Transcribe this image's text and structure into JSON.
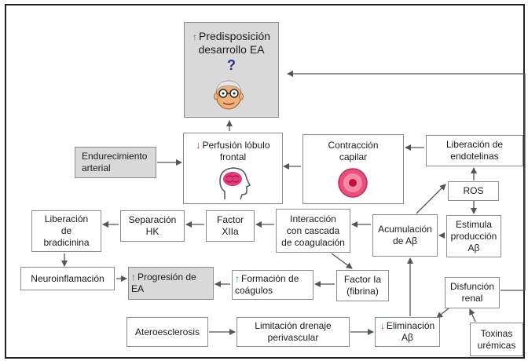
{
  "colors": {
    "up_arrow": "#2e8b2e",
    "down_arrow": "#d11a1a",
    "gray_box": "#d9d9d9",
    "line": "#555555"
  },
  "boxes": {
    "predisposicion": {
      "indicator": "↑",
      "text": "Predisposición\ndesarrollo EA",
      "question": "?"
    },
    "perfusion": {
      "indicator": "↓",
      "text": "Perfusión lóbulo\nfrontal"
    },
    "endurecimiento": {
      "text": "Endurecimiento\narterial"
    },
    "contraccion": {
      "text": "Contracción\ncapilar"
    },
    "liberacion_endotelinas": {
      "text": "Liberación de\nendotelinas"
    },
    "ros": {
      "text": "ROS"
    },
    "liberacion_bradicinina": {
      "text": "Liberación\nde\nbradicinina"
    },
    "separacion_hk": {
      "text": "Separación\nHK"
    },
    "factor_xiia": {
      "text": "Factor\nXIIa"
    },
    "interaccion": {
      "text": "Interacción\ncon cascada\nde coagulación"
    },
    "acumulacion": {
      "text": "Acumulación\nde Aβ"
    },
    "estimula": {
      "text": "Estimula\nproducción\nAβ"
    },
    "neuroinflamacion": {
      "text": "Neuroinflamación"
    },
    "progresion": {
      "indicator": "↑",
      "text": "Progresión de\nEA"
    },
    "formacion": {
      "indicator": "↑",
      "text": "Formación de\ncoágulos"
    },
    "factor_ia": {
      "text": "Factor Ia\n(fibrina)"
    },
    "disfuncion": {
      "text": "Disfunción\nrenal"
    },
    "ateroesclerosis": {
      "text": "Ateroesclerosis"
    },
    "limitacion": {
      "text": "Limitación drenaje\nperivascular"
    },
    "eliminacion": {
      "indicator": "↓",
      "text": "Eliminación\nAβ"
    },
    "toxinas": {
      "text": "Toxinas\nurémicas"
    }
  },
  "icons": [
    "elderly-face-icon",
    "brain-head-icon",
    "capillary-ring-icon"
  ]
}
